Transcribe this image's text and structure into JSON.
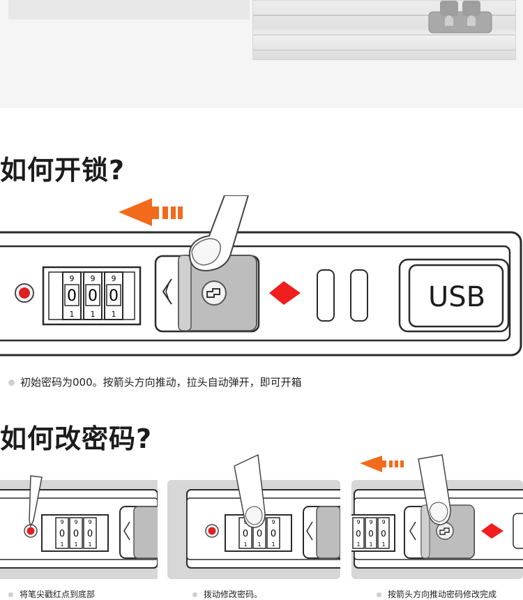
{
  "section_open": {
    "heading": "如何开锁?",
    "caption": "初始密码为000。按箭头方向推动，拉头自动弹开，即可开箱",
    "usb_label": "USB",
    "dial_top": [
      "9",
      "9",
      "9"
    ],
    "dial_mid": [
      "0",
      "0",
      "0"
    ],
    "dial_bot": [
      "1",
      "1",
      "1"
    ]
  },
  "section_change": {
    "heading": "如何改密码?",
    "steps": [
      {
        "caption": "将笔尖戳红点到底部",
        "dial_top": [
          "9",
          "9",
          "9"
        ],
        "dial_mid": [
          "0",
          "0",
          "0"
        ],
        "dial_bot": [
          "1",
          "1",
          "1"
        ]
      },
      {
        "caption": "拨动修改密码。",
        "dial_top": [
          "9",
          "9",
          "9"
        ],
        "dial_mid": [
          "0",
          "0",
          "0"
        ],
        "dial_bot": [
          "1",
          "1",
          "1"
        ]
      },
      {
        "caption": "按箭头方向推动密码修改完成",
        "dial_top": [
          "9",
          "9",
          "9"
        ],
        "dial_mid": [
          "0",
          "0",
          "0"
        ],
        "dial_bot": [
          "1",
          "1",
          "1"
        ]
      }
    ]
  },
  "colors": {
    "accent_orange": "#f26b1d",
    "red_dot": "#e02020",
    "red_diamond": "#f01e1e",
    "panel_gray": "#bdbdbd"
  }
}
